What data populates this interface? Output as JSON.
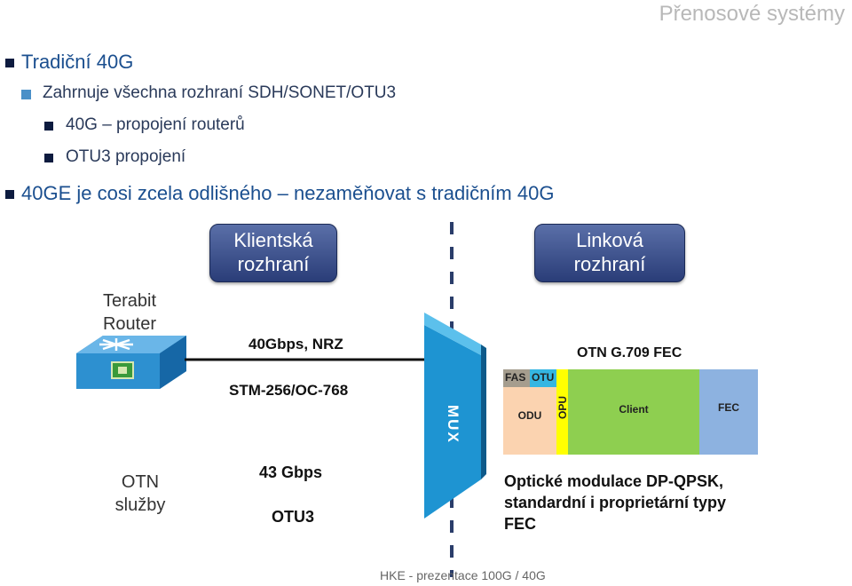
{
  "header": {
    "title": "Přenosové systémy"
  },
  "bullets": {
    "b1": "Tradiční 40G",
    "b1_1": "Zahrnuje všechna rozhraní SDH/SONET/OTU3",
    "b1_1_1": "40G – propojení routerů",
    "b1_1_2": "OTU3 propojení",
    "b2": "40GE je cosi zcela odlišného – nezaměňovat s  tradičním 40G"
  },
  "diagram": {
    "client_box": {
      "line1": "Klientská",
      "line2": "rozhraní"
    },
    "line_box": {
      "line1": "Linková",
      "line2": "rozhraní"
    },
    "router_label": {
      "line1": "Terabit",
      "line2": "Router"
    },
    "client_rate": "40Gbps, NRZ",
    "client_std": "STM-256/OC-768",
    "mux_label": "MUX",
    "fec_std": "OTN G.709 FEC",
    "frame": {
      "fas": "FAS",
      "otu": "OTU",
      "odu": "ODU",
      "opu": "OPU",
      "client": "Client",
      "fec": "FEC"
    },
    "otn_label": {
      "line1": "OTN",
      "line2": "služby"
    },
    "otn_rate": "43 Gbps",
    "otn_type": "OTU3",
    "modulation": {
      "line1": "Optické modulace DP-QPSK,",
      "line2": "standardní i  proprietární  typy",
      "line3": "FEC"
    }
  },
  "colors": {
    "box_blue": "#3a4f8a",
    "mux_blue": "#1ea0dc",
    "fas_gray": "#a59d8e",
    "otu_cyan": "#35b6e2",
    "odu_peach": "#fbd3b0",
    "opu_yellow": "#ffff00",
    "client_green": "#8ecf50",
    "fec_blue": "#8db2e0",
    "router_blue": "#2d90d0"
  },
  "footer": {
    "text": "HKE - prezentace 100G / 40G"
  }
}
